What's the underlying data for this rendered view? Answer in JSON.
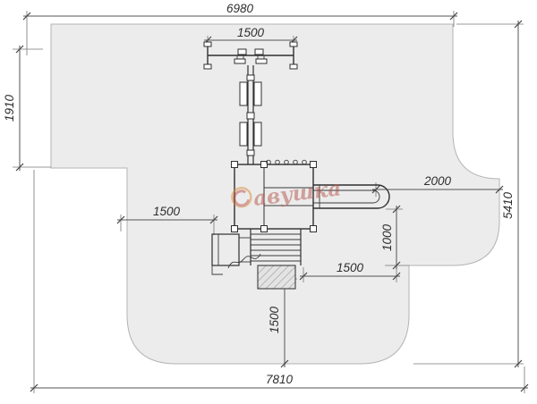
{
  "drawing": {
    "kind": "playground safety-zone plan view",
    "dimensions": {
      "overall_width_top": "6980",
      "swing_width": "1500",
      "left_height": "1910",
      "left_offset": "1500",
      "slide_zone_length": "2000",
      "slide_zone_width": "1000",
      "stair_offset": "1500",
      "bottom_offset": "1500",
      "overall_height_right": "5410",
      "overall_width_bottom": "7810"
    },
    "watermark": {
      "text": "авушка"
    },
    "colors": {
      "zone_fill": "#ececec",
      "zone_stroke": "#b3b3b3",
      "structure_line": "#2f2f2f",
      "dimension_line": "#555555",
      "watermark_text": "#b3544b",
      "watermark_ring": "#d98e2f",
      "watermark_swirl": "#c0504a"
    }
  }
}
